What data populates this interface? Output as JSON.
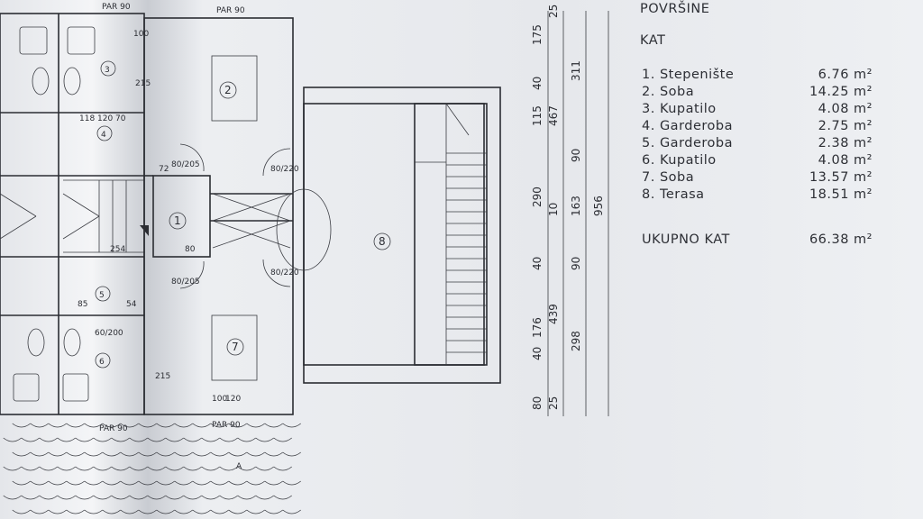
{
  "table": {
    "title": "POVRŠINE",
    "subtitle": "KAT",
    "rooms": [
      {
        "name": "1. Stepenište",
        "area": "6.76 m²"
      },
      {
        "name": "2. Soba",
        "area": "14.25 m²"
      },
      {
        "name": "3. Kupatilo",
        "area": "4.08 m²"
      },
      {
        "name": "4. Garderoba",
        "area": "2.75 m²"
      },
      {
        "name": "5. Garderoba",
        "area": "2.38 m²"
      },
      {
        "name": "6. Kupatilo",
        "area": "4.08 m²"
      },
      {
        "name": "7. Soba",
        "area": "13.57 m²"
      },
      {
        "name": "8. Terasa",
        "area": "18.51 m²"
      }
    ],
    "total_label": "UKUPNO KAT",
    "total_value": "66.38 m²"
  },
  "plan": {
    "room_numbers": [
      "1",
      "2",
      "3",
      "4",
      "5",
      "6",
      "7",
      "8"
    ],
    "window_labels": [
      "PAR 90",
      "PAR 90",
      "PAR 90",
      "PAR 90"
    ],
    "door_labels": [
      "80/205",
      "80/220",
      "80/220",
      "80/205",
      "60/200"
    ],
    "misc_dims": [
      "100",
      "120",
      "215",
      "118",
      "70",
      "72",
      "254",
      "80",
      "85",
      "54",
      "215",
      "100",
      "120"
    ],
    "section_mark": "A"
  },
  "dimensions": {
    "chain1": [
      "80",
      "40",
      "176",
      "40",
      "290",
      "115",
      "40",
      "175"
    ],
    "chain2": [
      "25",
      "439",
      "10",
      "467",
      "25"
    ],
    "chain3": [
      "298",
      "90",
      "163",
      "90",
      "311"
    ],
    "chain4": [
      "956"
    ]
  }
}
